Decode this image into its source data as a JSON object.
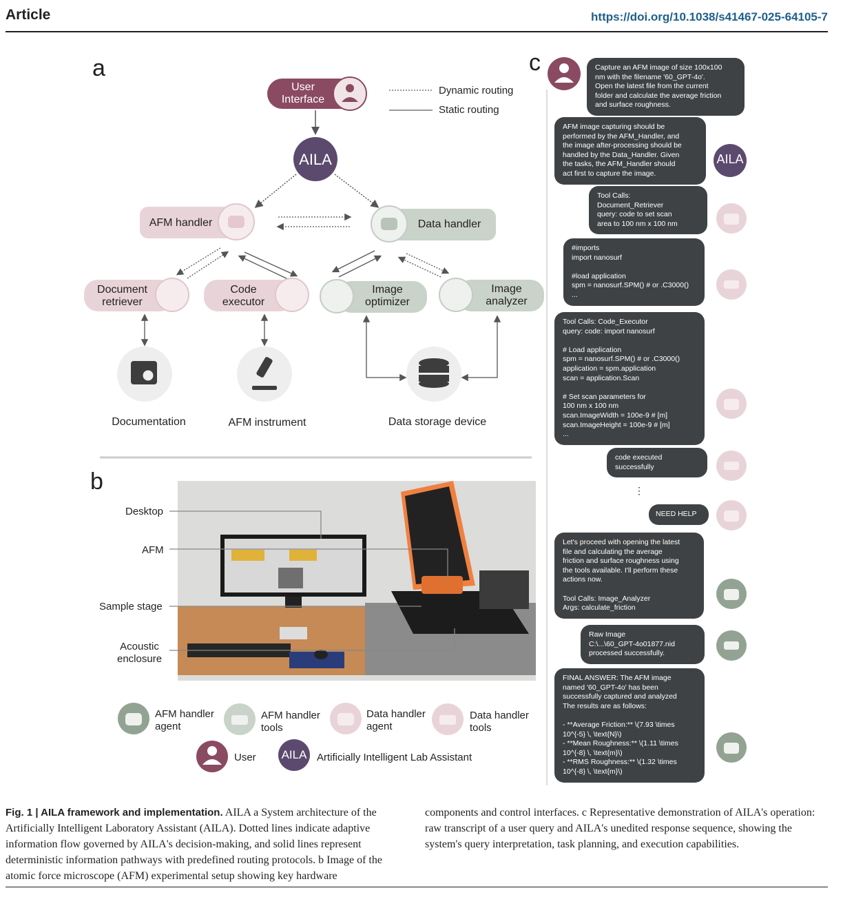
{
  "header": {
    "title": "Article",
    "doi": "https://doi.org/10.1038/s41467-025-64105-7"
  },
  "panel_a": {
    "letter": "a",
    "user_interface": "User\nInterface",
    "legend_dynamic": "Dynamic routing",
    "legend_static": "Static routing",
    "aila": "AILA",
    "afm_handler": "AFM handler",
    "data_handler": "Data handler",
    "document_retriever": "Document\nretriever",
    "code_executor": "Code\nexecutor",
    "image_optimizer": "Image\noptimizer",
    "image_analyzer": "Image\nanalyzer",
    "documentation": "Documentation",
    "afm_instrument": "AFM instrument",
    "data_storage": "Data storage device"
  },
  "panel_b": {
    "letter": "b",
    "labels": [
      "Desktop",
      "AFM",
      "Sample stage",
      "Acoustic\nenclosure"
    ],
    "legend": [
      "AFM handler\nagent",
      "AFM handler\ntools",
      "Data handler\nagent",
      "Data handler\ntools"
    ],
    "user_label": "User",
    "aila_badge": "AILA",
    "aila_full": "Artificially Intelligent Lab Assistant"
  },
  "panel_c": {
    "letter": "c",
    "aila_badge": "AILA",
    "ellipsis": "⋮",
    "messages": [
      "Capture an AFM image of size 100x100\nnm with the filename '60_GPT-4o'.\nOpen the latest file from the current\nfolder and calculate the average friction\nand surface roughness.",
      "AFM image capturing should be\nperformed by the AFM_Handler, and\nthe image after-processing should be\nhandled by the Data_Handler. Given\nthe tasks, the AFM_Handler should\nact first to capture the image.",
      "Tool Calls:\nDocument_Retriever\nquery: code to set scan\narea to 100 nm x 100 nm",
      "#imports\nimport nanosurf\n\n#load application\nspm = nanosurf.SPM() # or .C3000()\n...",
      "Tool Calls: Code_Executor\nquery: code: import nanosurf\n\n# Load application\nspm = nanosurf.SPM() # or .C3000()\napplication = spm.application\nscan = application.Scan\n\n# Set scan parameters for\n100 nm x 100 nm\nscan.ImageWidth = 100e-9 # [m]\nscan.ImageHeight = 100e-9 # [m]\n...",
      "code executed\nsuccessfully",
      "NEED HELP",
      "Let's proceed with opening the latest\nfile and calculating the average\nfriction and surface roughness using\nthe tools available. I'll perform these\nactions now.\n\nTool Calls: Image_Analyzer\nArgs: calculate_friction",
      "Raw Image\nC:\\...\\60_GPT-4o01877.nid\nprocessed successfully.",
      "FINAL ANSWER: The AFM image\nnamed '60_GPT-4o' has been\nsuccessfully captured and analyzed\nThe results are as follows:\n\n- **Average Friction:** \\(7.93 \\times\n10^{-5} \\, \\text{N}\\)\n- **Mean Roughness:** \\(1.11 \\times\n10^{-8} \\, \\text{m}\\)\n- **RMS Roughness:** \\(1.32 \\times\n10^{-8} \\, \\text{m}\\)"
    ]
  },
  "caption": {
    "fig_label": "Fig. 1 | ",
    "fig_title": "AILA framework and implementation.",
    "col1": " AILA a System architecture of the Artificially Intelligent Laboratory Assistant (AILA). Dotted lines indicate adaptive information flow governed by AILA's decision-making, and solid lines represent deterministic information pathways with predefined routing protocols. b Image of the atomic force microscope (AFM) experimental setup showing key hardware",
    "col2": "components and control interfaces. c Representative demonstration of AILA's operation: raw transcript of a user query and AILA's unedited response sequence, showing the system's query interpretation, task planning, and execution capabilities."
  },
  "colors": {
    "pink": "#e8d4d8",
    "pink_dark": "#8a4a62",
    "green": "#c9d3c9",
    "green_dark": "#93a393",
    "aila_purple": "#5b4a6e",
    "bubble": "#3f4244"
  }
}
